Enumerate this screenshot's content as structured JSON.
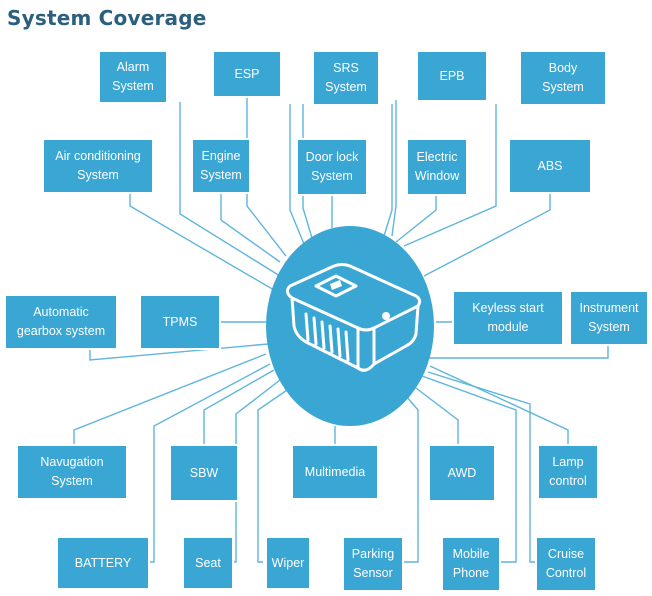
{
  "title": "System Coverage",
  "colors": {
    "accent": "#3aa6d4",
    "title": "#2b5f7e",
    "wire": "#5fb6dc"
  },
  "center": {
    "icon": "obd-scanner-icon"
  },
  "nodes": [
    {
      "id": "alarm",
      "label": "Alarm\nSystem"
    },
    {
      "id": "esp",
      "label": "ESP"
    },
    {
      "id": "srs",
      "label": "SRS\nSystem"
    },
    {
      "id": "epb",
      "label": "EPB"
    },
    {
      "id": "body",
      "label": "Body\nSystem"
    },
    {
      "id": "aircon",
      "label": "Air conditioning\nSystem"
    },
    {
      "id": "engine",
      "label": "Engine\nSystem"
    },
    {
      "id": "doorlock",
      "label": "Door lock\nSystem"
    },
    {
      "id": "elecwindow",
      "label": "Electric\nWindow"
    },
    {
      "id": "abs",
      "label": "ABS"
    },
    {
      "id": "gearbox",
      "label": "Automatic\ngearbox system"
    },
    {
      "id": "tpms",
      "label": "TPMS"
    },
    {
      "id": "keyless",
      "label": "Keyless start\nmodule"
    },
    {
      "id": "instrument",
      "label": "Instrument\nSystem"
    },
    {
      "id": "navigation",
      "label": "Navugation\nSystem"
    },
    {
      "id": "sbw",
      "label": "SBW"
    },
    {
      "id": "multimedia",
      "label": "Multimedia"
    },
    {
      "id": "awd",
      "label": "AWD"
    },
    {
      "id": "lamp",
      "label": "Lamp\ncontrol"
    },
    {
      "id": "battery",
      "label": "BATTERY"
    },
    {
      "id": "seat",
      "label": "Seat"
    },
    {
      "id": "wiper",
      "label": "Wiper"
    },
    {
      "id": "parking",
      "label": "Parking\nSensor"
    },
    {
      "id": "mobile",
      "label": "Mobile\nPhone"
    },
    {
      "id": "cruise",
      "label": "Cruise\nControl"
    }
  ]
}
